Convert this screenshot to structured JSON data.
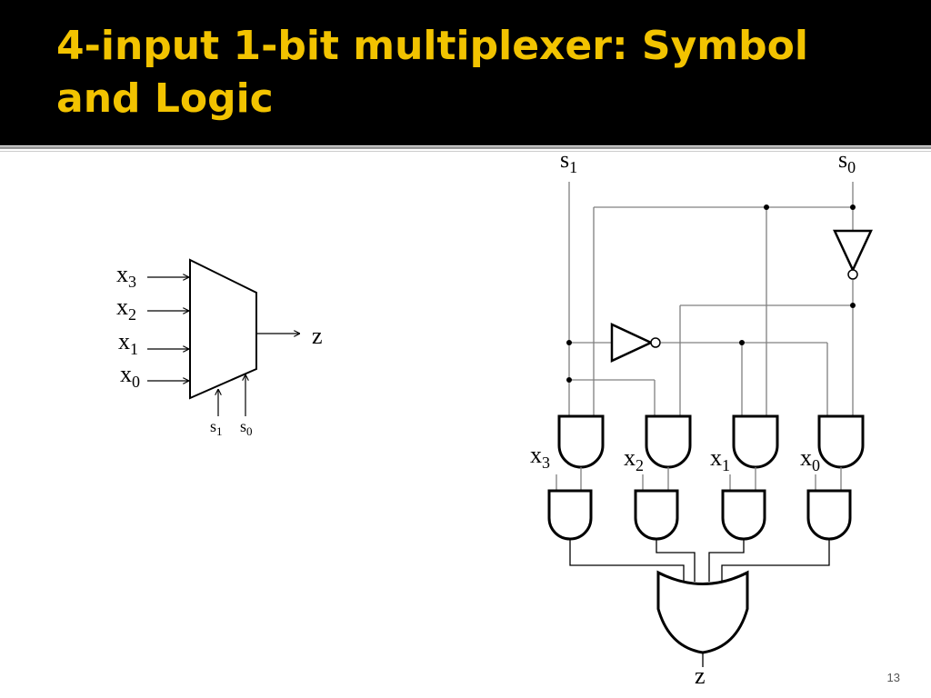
{
  "slide": {
    "title": "4-input 1-bit multiplexer: Symbol and Logic",
    "page_number": "13"
  },
  "colors": {
    "header_bg": "#000000",
    "title_text": "#f2c300",
    "wire_gray": "#808080",
    "ink": "#000000"
  },
  "symbol": {
    "inputs": [
      {
        "base": "x",
        "sub": "3"
      },
      {
        "base": "x",
        "sub": "2"
      },
      {
        "base": "x",
        "sub": "1"
      },
      {
        "base": "x",
        "sub": "0"
      }
    ],
    "output": "z",
    "selects": [
      {
        "base": "s",
        "sub": "1"
      },
      {
        "base": "s",
        "sub": "0"
      }
    ]
  },
  "logic": {
    "select_labels": [
      {
        "base": "s",
        "sub": "1"
      },
      {
        "base": "s",
        "sub": "0"
      }
    ],
    "data_labels": [
      {
        "base": "x",
        "sub": "3"
      },
      {
        "base": "x",
        "sub": "2"
      },
      {
        "base": "x",
        "sub": "1"
      },
      {
        "base": "x",
        "sub": "0"
      }
    ],
    "output": "z"
  }
}
